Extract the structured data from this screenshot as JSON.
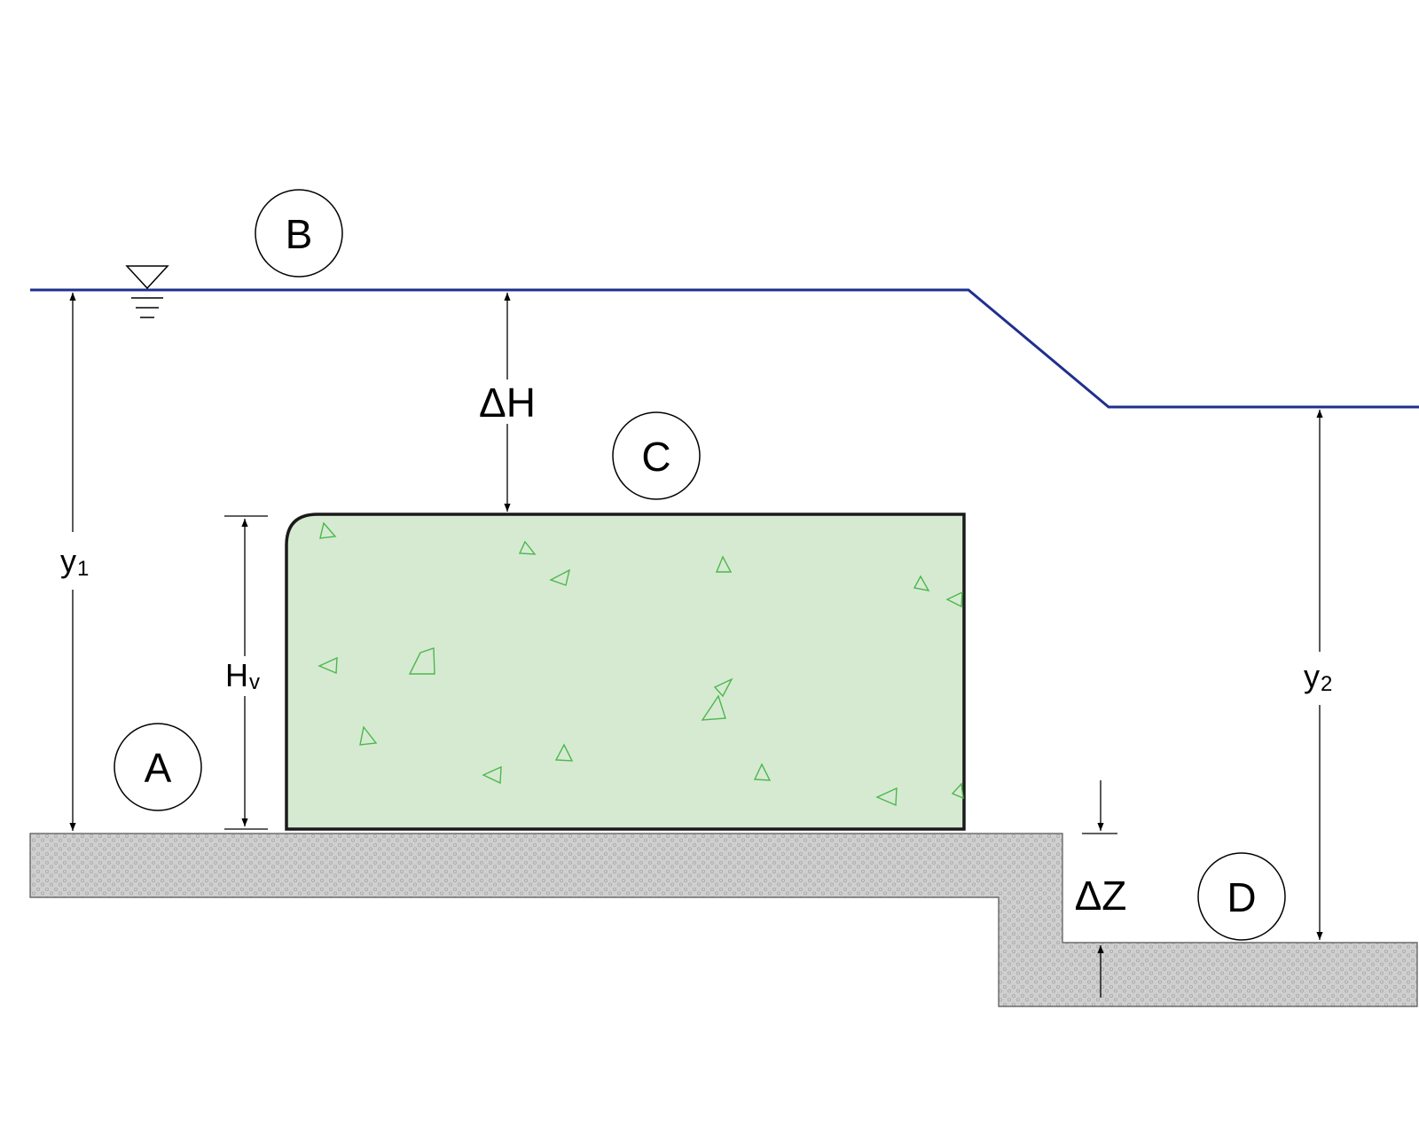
{
  "colors": {
    "water": "#1f2f8f",
    "weir_fill": "#d6ead2",
    "weir_stroke": "#1a1a1a",
    "weir_texture": "#4cb84c",
    "ground_fill": "#c8c8c8",
    "dimension": "#000000"
  },
  "point_labels": {
    "a": "A",
    "b": "B",
    "c": "C",
    "d": "D"
  },
  "dimensions": {
    "y1": {
      "main": "y",
      "sub": "1"
    },
    "y2": {
      "main": "y",
      "sub": "2"
    },
    "hv": {
      "main": "H",
      "sub": "v"
    },
    "delta_h": "ΔH",
    "delta_z": "ΔZ"
  },
  "icons": {
    "water_level": "water-surface-triangle-icon"
  }
}
